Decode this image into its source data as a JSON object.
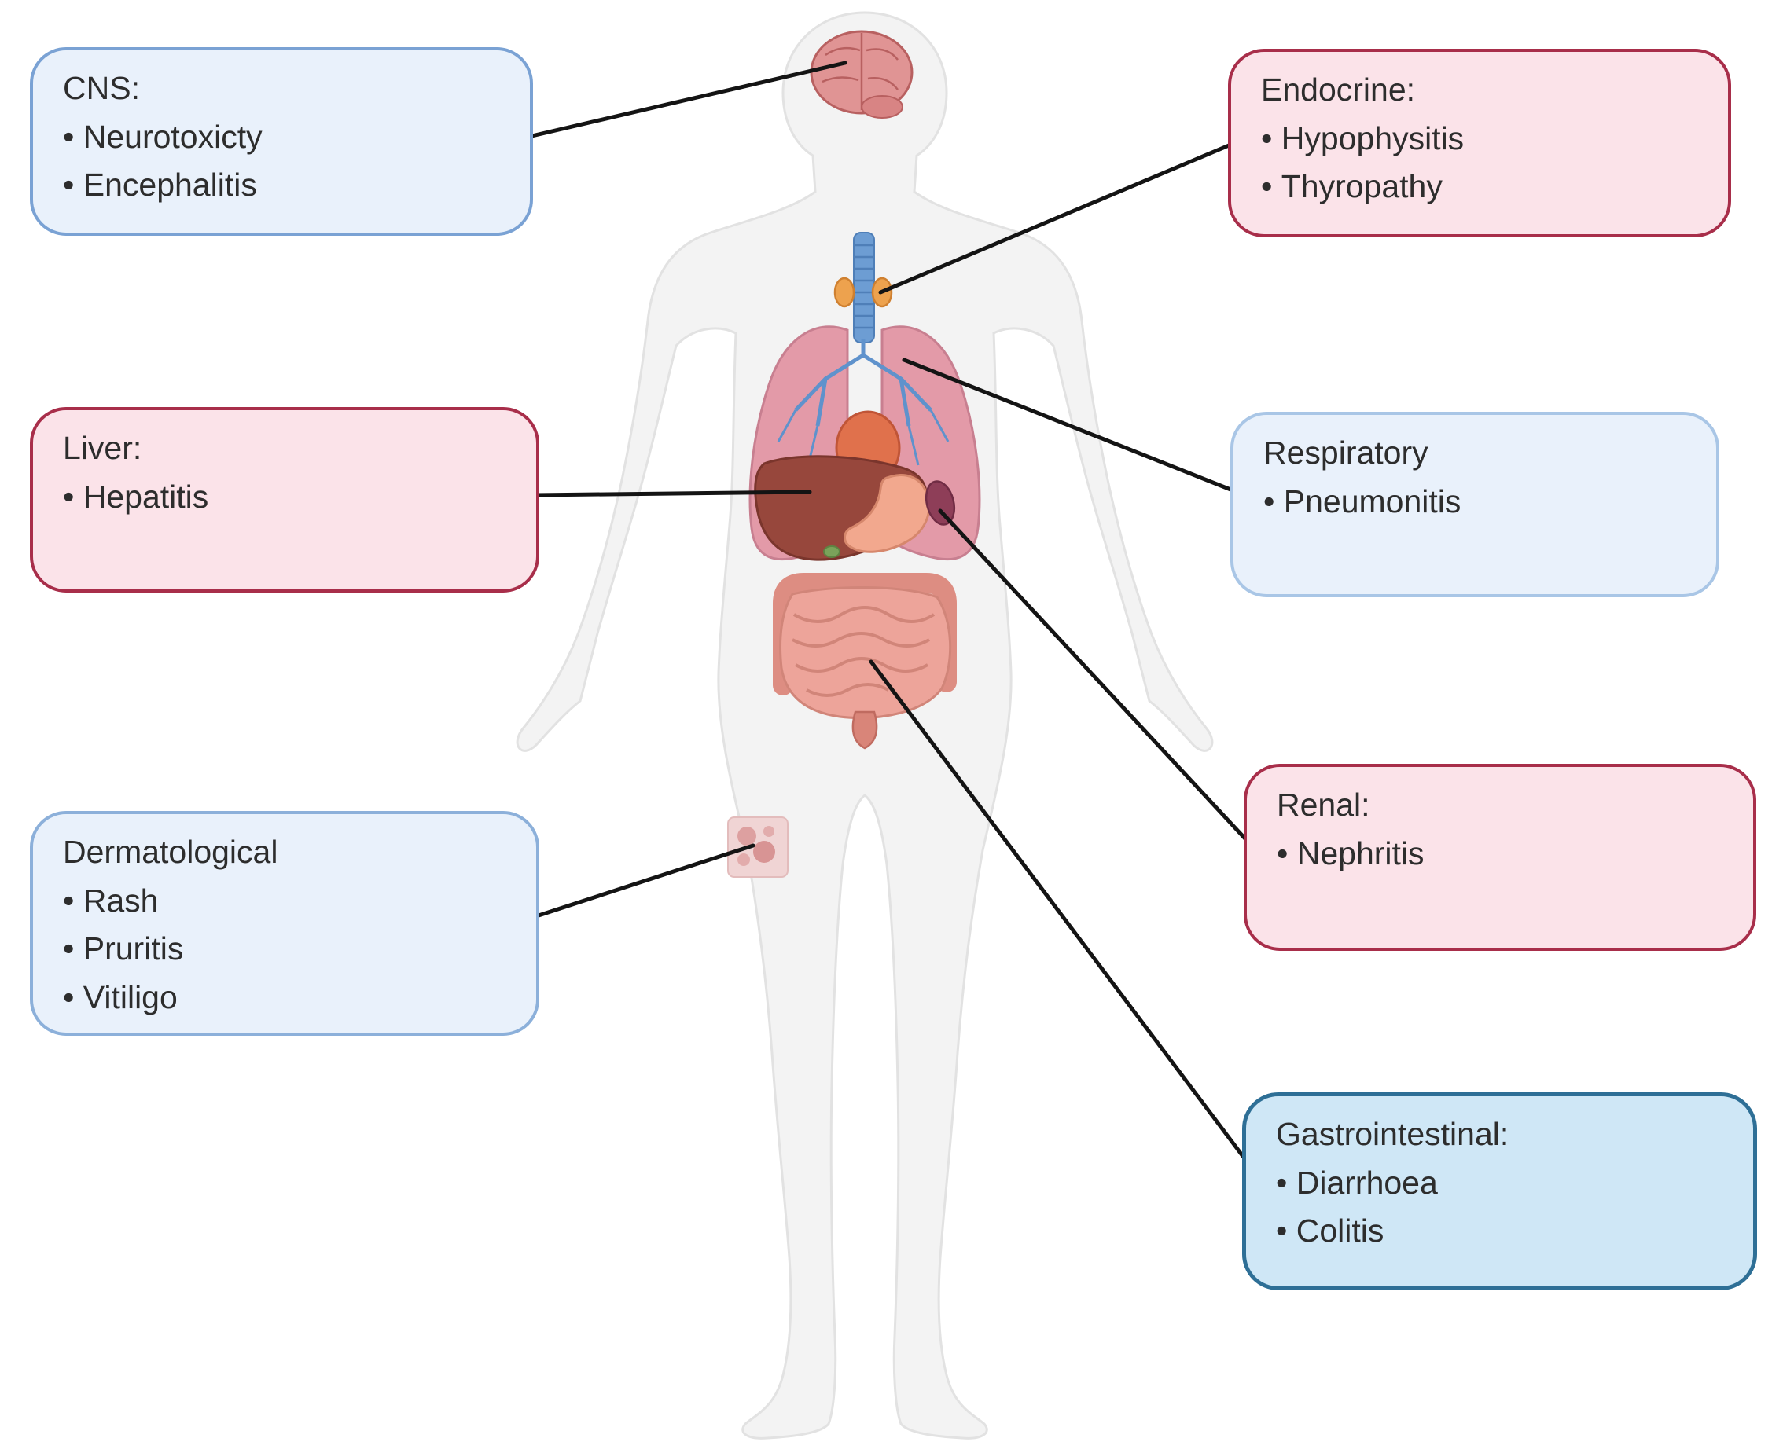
{
  "figure": {
    "type": "annotated-anatomy-diagram",
    "subject": "human-body-with-organs"
  },
  "boxes": [
    {
      "id": "cns",
      "title": "CNS:",
      "items": [
        "Neurotoxicty",
        "Encephalitis"
      ],
      "fill": "#e9f1fb",
      "border": "#7aa2d4",
      "points_to": "brain"
    },
    {
      "id": "endocrine",
      "title": "Endocrine:",
      "items": [
        "Hypophysitis",
        "Thyropathy"
      ],
      "fill": "#fbe3e9",
      "border": "#a82e4a",
      "points_to": "thyroid"
    },
    {
      "id": "liver",
      "title": "Liver:",
      "items": [
        "Hepatitis"
      ],
      "fill": "#fbe3e9",
      "border": "#a82e4a",
      "points_to": "liver"
    },
    {
      "id": "respiratory",
      "title": "Respiratory",
      "items": [
        "Pneumonitis"
      ],
      "fill": "#e9f1fb",
      "border": "#a9c6e6",
      "points_to": "lung"
    },
    {
      "id": "dermatological",
      "title": "Dermatological",
      "items": [
        "Rash",
        "Pruritis",
        "Vitiligo"
      ],
      "fill": "#e9f1fb",
      "border": "#8cb0da",
      "points_to": "skin-lesion"
    },
    {
      "id": "renal",
      "title": "Renal:",
      "items": [
        "Nephritis"
      ],
      "fill": "#fbe3e9",
      "border": "#a82e4a",
      "points_to": "kidney"
    },
    {
      "id": "gastrointestinal",
      "title": "Gastrointestinal:",
      "items": [
        "Diarrhoea",
        "Colitis"
      ],
      "fill": "#cfe7f6",
      "border": "#2e6f96",
      "points_to": "intestines"
    }
  ],
  "organs": [
    "brain",
    "trachea",
    "thyroid",
    "lungs",
    "bronchi",
    "heart",
    "liver",
    "gallbladder",
    "stomach",
    "spleen",
    "colon",
    "small-intestine",
    "rectum",
    "skin-lesion"
  ],
  "connectors": [
    "cns-to-brain",
    "endocrine-to-thyroid",
    "liver-to-liver",
    "respiratory-to-lung",
    "dermatological-to-skin-lesion",
    "renal-to-kidney",
    "gastrointestinal-to-intestines"
  ],
  "palette": {
    "blue_box_fill": "#e9f1fb",
    "blue_box_border": "#7aa2d4",
    "pink_box_fill": "#fbe3e9",
    "pink_box_border": "#a82e4a",
    "gi_box_fill": "#cfe7f6",
    "gi_box_border": "#2e6f96",
    "connector_line": "#141414",
    "body_silhouette": "#f3f3f3",
    "text": "#2d2d2d"
  }
}
